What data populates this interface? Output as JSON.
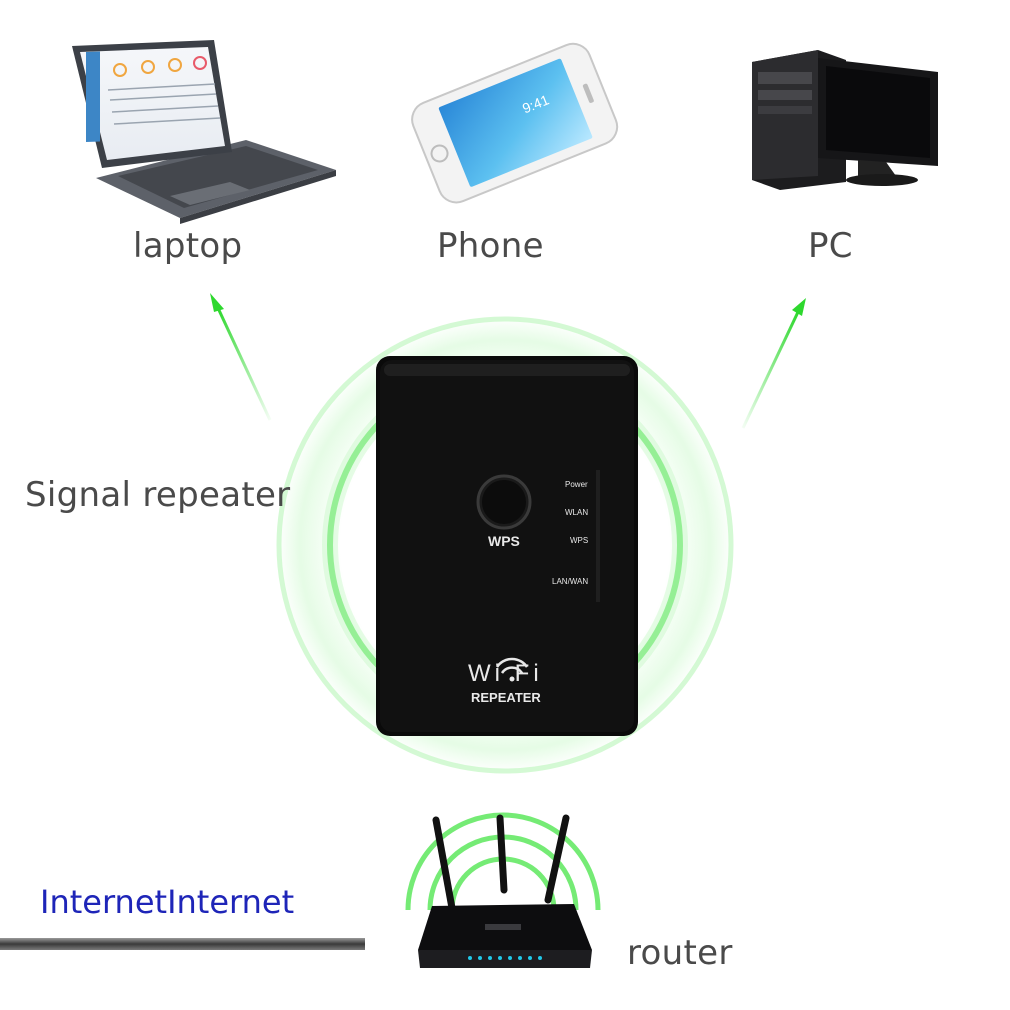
{
  "labels": {
    "laptop": "laptop",
    "phone": "Phone",
    "pc": "PC",
    "repeater": "Signal repeater",
    "router": "router",
    "internet": "InternetInternet"
  },
  "repeater_device": {
    "button": "WPS",
    "leds": [
      "Power",
      "WLAN",
      "WPS",
      "LAN/WAN"
    ],
    "brand_top": "Wi Fi",
    "brand_bottom": "REPEATER"
  },
  "phone_screen": {
    "time": "9:41"
  },
  "colors": {
    "arrow": "#2ed82e",
    "signal": "#8cf08c",
    "internet_text": "#1e25b8",
    "label_text": "#4a4a4a"
  },
  "icons": [
    "laptop-icon",
    "phone-icon",
    "pc-icon",
    "repeater-device",
    "router-device",
    "arrow-up-left",
    "arrow-up-right"
  ]
}
